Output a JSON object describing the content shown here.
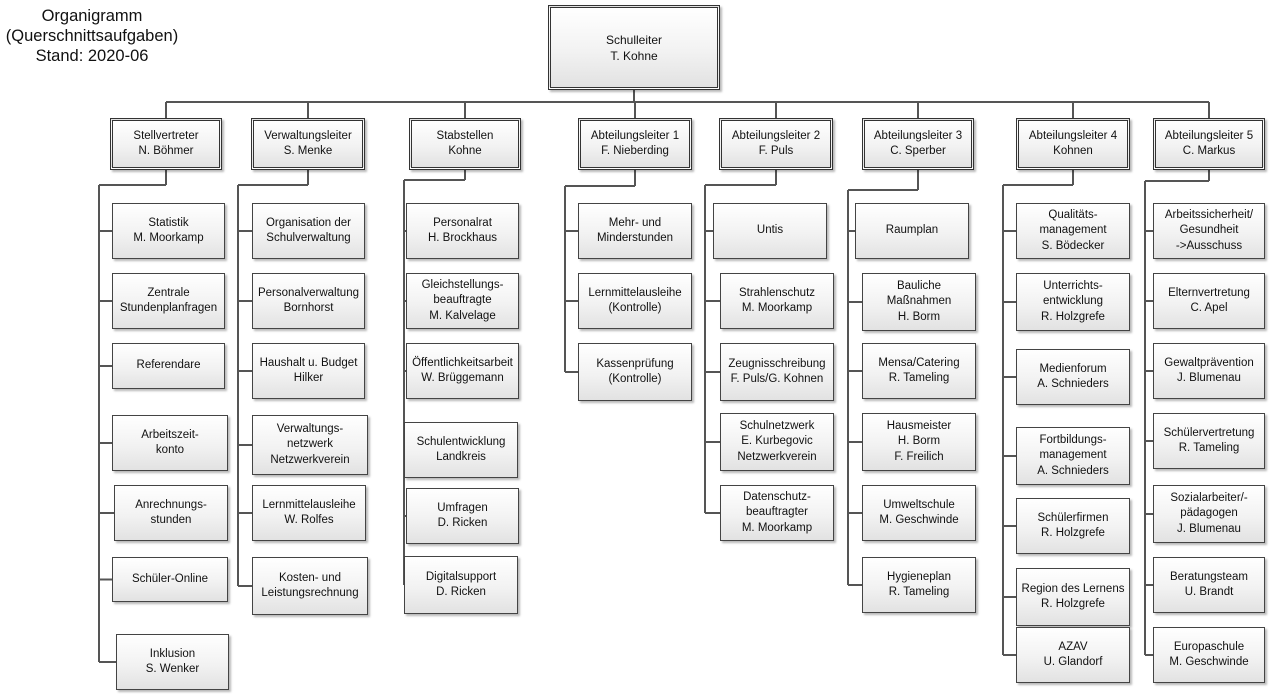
{
  "title": [
    "Organigramm",
    "(Querschnittsaufgaben)",
    "Stand: 2020-06"
  ],
  "root": [
    "Schulleiter",
    "T. Kohne"
  ],
  "columns": [
    {
      "head": [
        "Stellvertreter",
        "N. Böhmer"
      ],
      "items": [
        [
          "Statistik",
          "M. Moorkamp"
        ],
        [
          "Zentrale",
          "Stundenplanfragen"
        ],
        [
          "Referendare"
        ],
        [
          "Arbeitszeit-",
          "konto"
        ],
        [
          "Anrechnungs-",
          "stunden"
        ],
        [
          "Schüler-Online"
        ],
        [
          "Inklusion",
          "S. Wenker"
        ]
      ]
    },
    {
      "head": [
        "Verwaltungsleiter",
        "S. Menke"
      ],
      "items": [
        [
          "Organisation der",
          "Schulverwaltung"
        ],
        [
          "Personalverwaltung",
          "Bornhorst"
        ],
        [
          "Haushalt u. Budget",
          "Hilker"
        ],
        [
          "Verwaltungs-",
          "netzwerk",
          "Netzwerkverein"
        ],
        [
          "Lernmittelausleihe",
          "W. Rolfes"
        ],
        [
          "Kosten- und",
          "Leistungsrechnung"
        ]
      ]
    },
    {
      "head": [
        "Stabstellen",
        "Kohne"
      ],
      "items": [
        [
          "Personalrat",
          "H. Brockhaus"
        ],
        [
          "Gleichstellungs-",
          "beauftragte",
          "M. Kalvelage"
        ],
        [
          "Öffentlichkeitsarbeit",
          "W. Brüggemann"
        ],
        [
          "Schulentwicklung",
          "Landkreis"
        ],
        [
          "Umfragen",
          "D. Ricken"
        ],
        [
          "Digitalsupport",
          "D. Ricken"
        ]
      ]
    },
    {
      "head": [
        "Abteilungsleiter 1",
        "F. Nieberding"
      ],
      "items": [
        [
          "Mehr- und",
          "Minderstunden"
        ],
        [
          "Lernmittelausleihe",
          "(Kontrolle)"
        ],
        [
          "Kassenprüfung",
          "(Kontrolle)"
        ]
      ]
    },
    {
      "head": [
        "Abteilungsleiter 2",
        "F. Puls"
      ],
      "items": [
        [
          "Untis"
        ],
        [
          "Strahlenschutz",
          "M. Moorkamp"
        ],
        [
          "Zeugnisschreibung",
          "F. Puls/G. Kohnen"
        ],
        [
          "Schulnetzwerk",
          "E. Kurbegovic",
          "Netzwerkverein"
        ],
        [
          "Datenschutz-",
          "beauftragter",
          "M. Moorkamp"
        ]
      ]
    },
    {
      "head": [
        "Abteilungsleiter 3",
        "C. Sperber"
      ],
      "items": [
        [
          "Raumplan"
        ],
        [
          "Bauliche",
          "Maßnahmen",
          "H. Borm"
        ],
        [
          "Mensa/Catering",
          "R. Tameling"
        ],
        [
          "Hausmeister",
          "H. Borm",
          "F. Freilich"
        ],
        [
          "Umweltschule",
          "M. Geschwinde"
        ],
        [
          "Hygieneplan",
          "R. Tameling"
        ]
      ]
    },
    {
      "head": [
        "Abteilungsleiter 4",
        "Kohnen"
      ],
      "items": [
        [
          "Qualitäts-",
          "management",
          "S. Bödecker"
        ],
        [
          "Unterrichts-",
          "entwicklung",
          "R. Holzgrefe"
        ],
        [
          "Medienforum",
          "A. Schnieders"
        ],
        [
          "Fortbildungs-",
          "management",
          "A. Schnieders"
        ],
        [
          "Schülerfirmen",
          "R. Holzgrefe"
        ],
        [
          "Region des Lernens",
          "R. Holzgrefe"
        ],
        [
          "AZAV",
          "U. Glandorf"
        ]
      ]
    },
    {
      "head": [
        "Abteilungsleiter 5",
        "C. Markus"
      ],
      "items": [
        [
          "Arbeitssicherheit/",
          "Gesundheit",
          "->Ausschuss"
        ],
        [
          "Elternvertretung",
          "C. Apel"
        ],
        [
          "Gewaltprävention",
          "J. Blumenau"
        ],
        [
          "Schülervertretung",
          "R. Tameling"
        ],
        [
          "Sozialarbeiter/-",
          "pädagogen",
          "J. Blumenau"
        ],
        [
          "Beratungsteam",
          "U. Brandt"
        ],
        [
          "Europaschule",
          "M. Geschwinde"
        ]
      ]
    }
  ]
}
